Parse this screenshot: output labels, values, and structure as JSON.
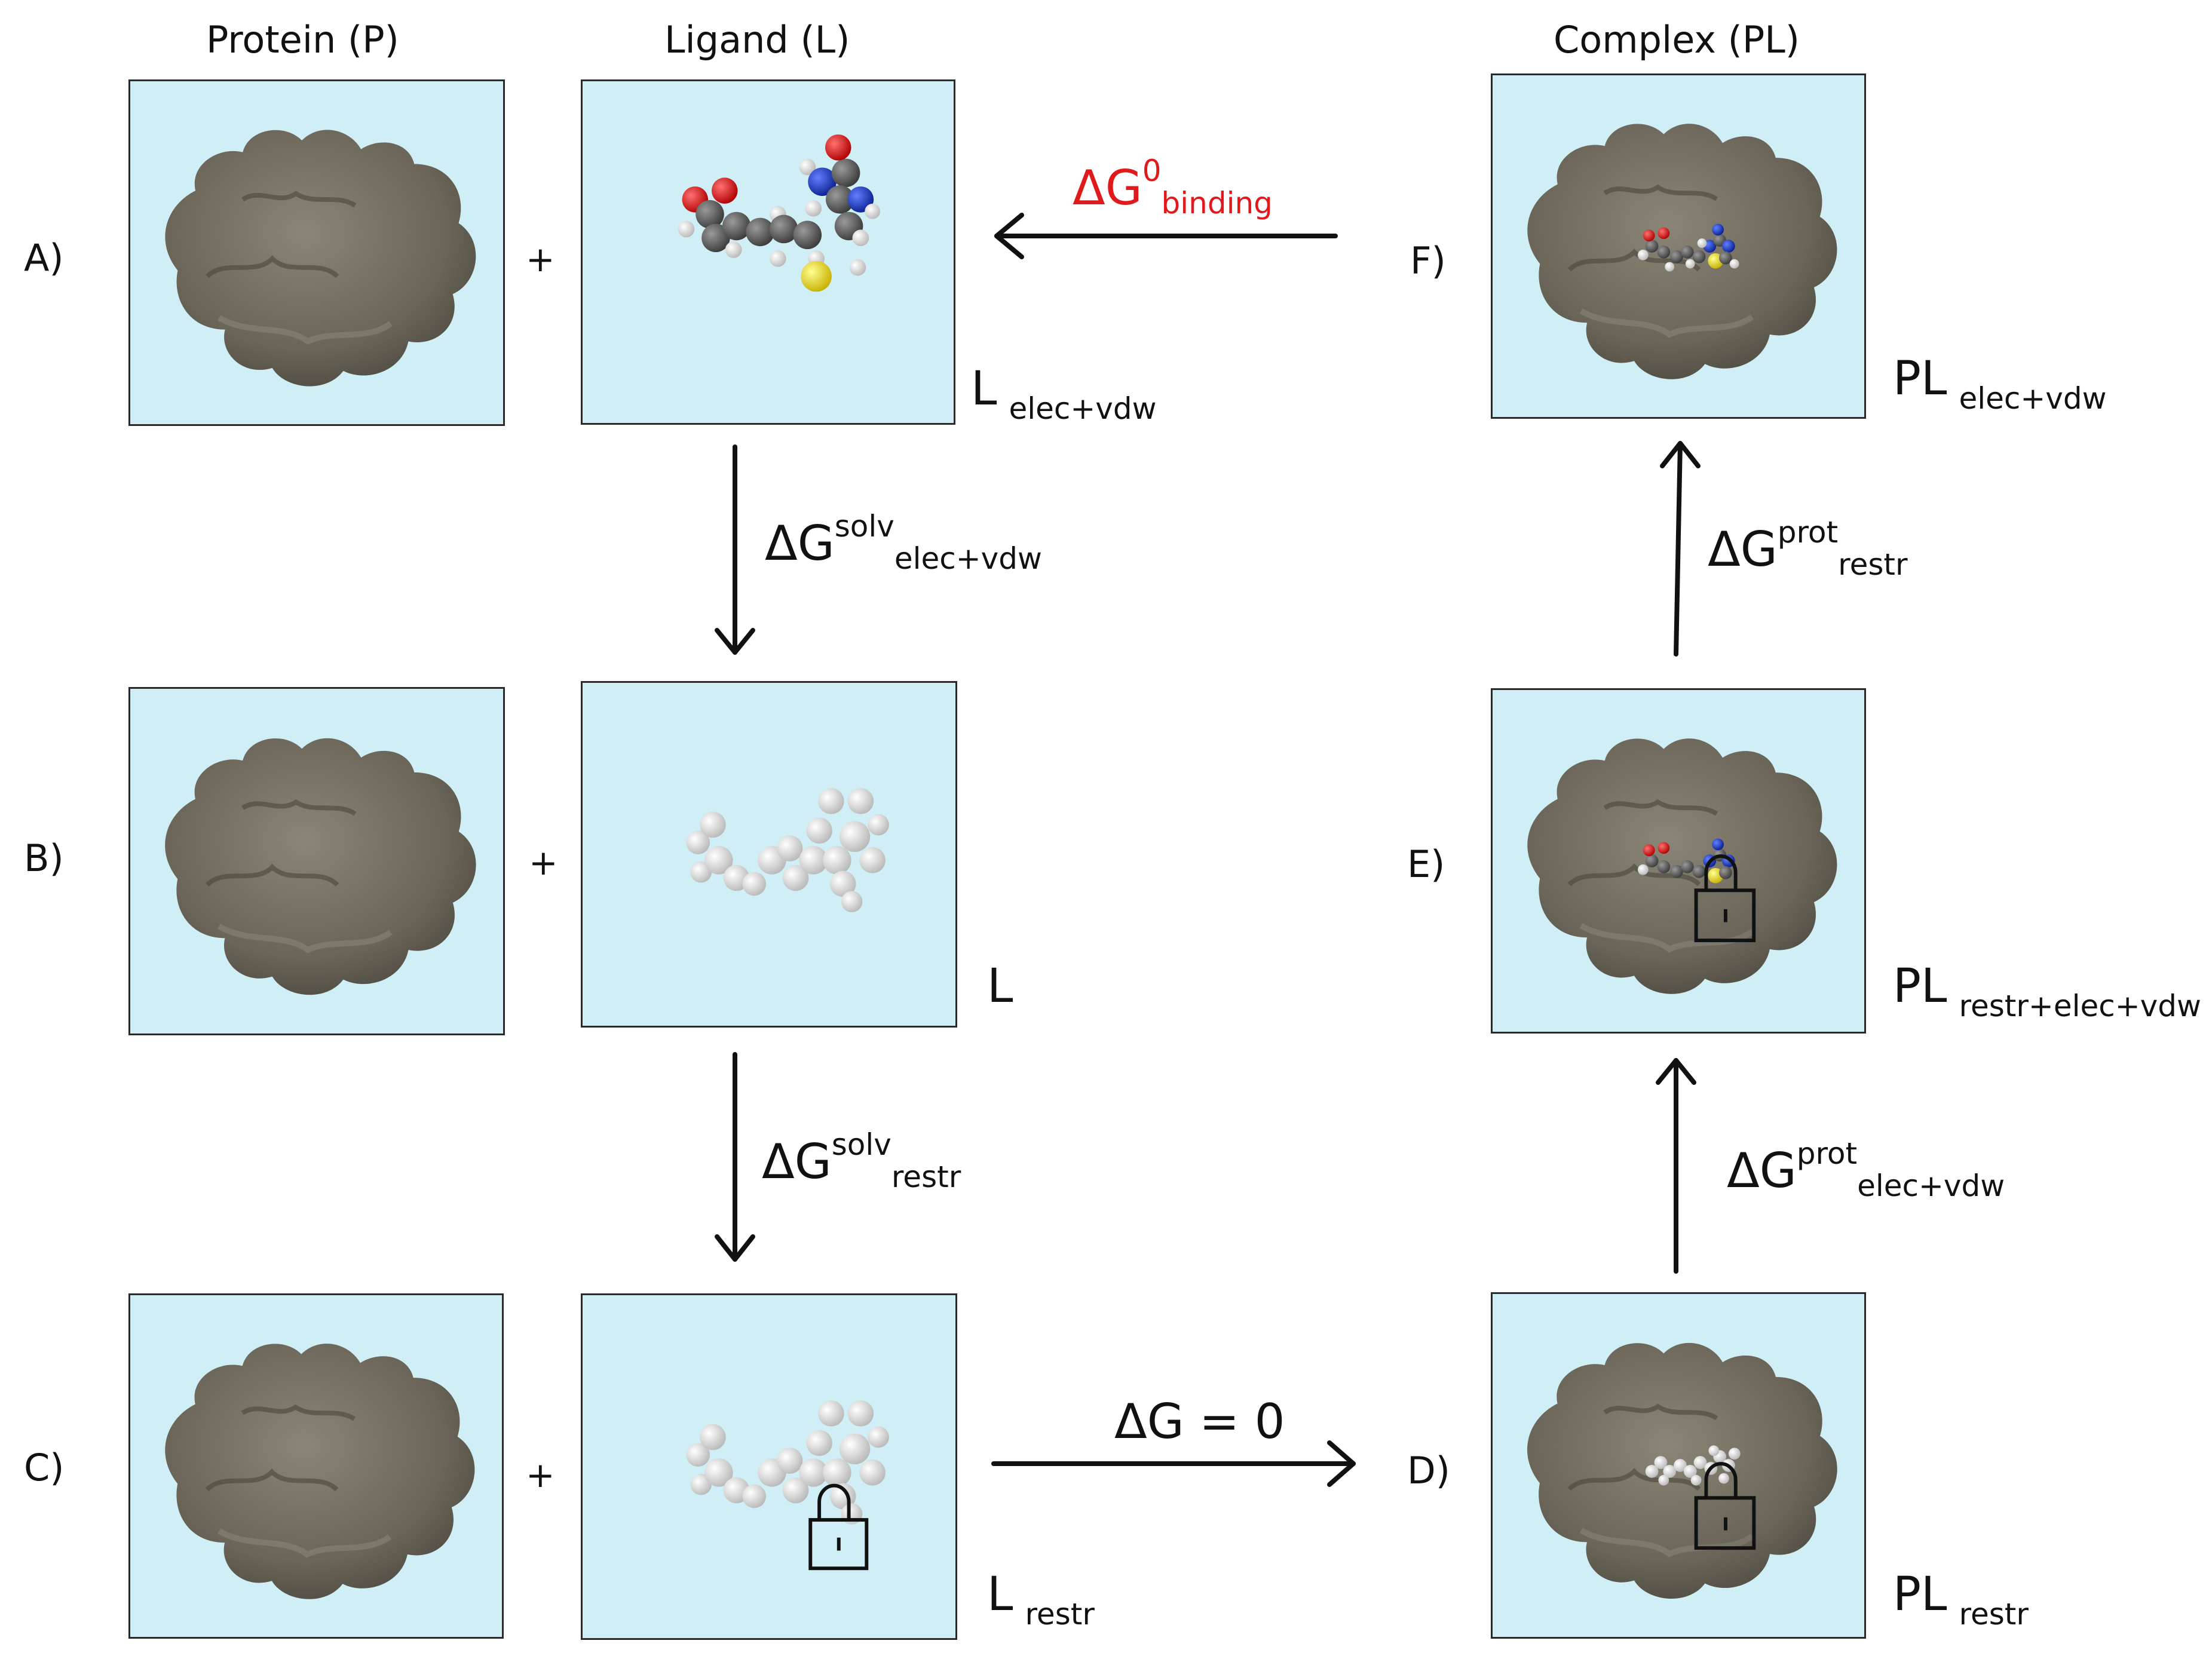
{
  "headers": {
    "protein": "Protein (P)",
    "ligand": "Ligand (L)",
    "complex": "Complex (PL)"
  },
  "rows": {
    "a": "A)",
    "b": "B)",
    "c": "C)",
    "d": "D)",
    "e": "E)",
    "f": "F)"
  },
  "plus": "+",
  "state_labels": {
    "a": {
      "main": "L",
      "sub": "elec+vdw"
    },
    "b": {
      "main": "L",
      "sub": ""
    },
    "c": {
      "main": "L",
      "sub": "restr"
    },
    "d": {
      "main": "PL",
      "sub": "restr"
    },
    "e": {
      "main": "PL",
      "sub": "restr+elec+vdw"
    },
    "f": {
      "main": "PL",
      "sub": "elec+vdw"
    }
  },
  "transitions": {
    "binding": {
      "base": "ΔG",
      "sup": "0",
      "sub": "binding"
    },
    "solv_elec": {
      "base": "ΔG",
      "sup": "solv",
      "sub": "elec+vdw"
    },
    "solv_restr": {
      "base": "ΔG",
      "sup": "solv",
      "sub": "restr"
    },
    "zero": {
      "text": "ΔG = 0"
    },
    "prot_elec": {
      "base": "ΔG",
      "sup": "prot",
      "sub": "elec+vdw"
    },
    "prot_restr": {
      "base": "ΔG",
      "sup": "prot",
      "sub": "restr"
    }
  },
  "colors": {
    "panel_bg": "#cfeef6",
    "protein": "#6e695c",
    "binding_text": "#e0191b",
    "oxygen": "#e02020",
    "nitrogen": "#1a3fd0",
    "sulfur": "#f0e020",
    "carbon": "#555555",
    "hydrogen": "#eeeeee"
  }
}
